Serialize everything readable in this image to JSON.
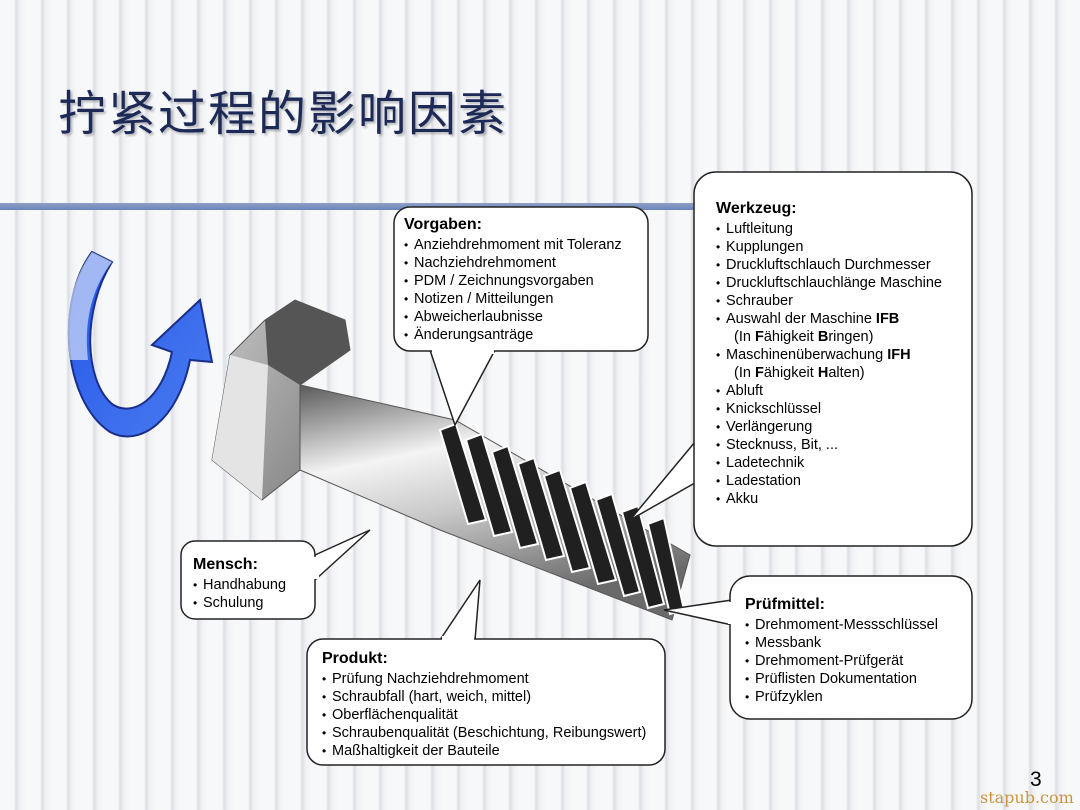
{
  "title": "拧紧过程的影响因素",
  "page_number": "3",
  "watermark": "stapub.com",
  "vorgaben": {
    "heading": "Vorgaben:",
    "items": [
      "Anziehdrehmoment mit Toleranz",
      "Nachziehdrehmoment",
      "PDM / Zeichnungsvorgaben",
      "Notizen / Mitteilungen",
      "Abweicherlaubnisse",
      "Änderungsanträge"
    ]
  },
  "werkzeug": {
    "heading": "Werkzeug:",
    "items": [
      "Luftleitung",
      "Kupplungen",
      "Druckluftschlauch Durchmesser",
      "Druckluftschlauchlänge Maschine",
      "Schrauber"
    ],
    "ifb_item": {
      "text": "Auswahl der Maschine ",
      "bold": "IFB"
    },
    "ifb_note": {
      "p1": "(In ",
      "b1": "F",
      "p2": "ähigkeit ",
      "b2": "B",
      "p3": "ringen)"
    },
    "ifh_item": {
      "text": "Maschinenüberwachung ",
      "bold": "IFH"
    },
    "ifh_note": {
      "p1": "(In ",
      "b1": "F",
      "p2": "ähigkeit ",
      "b2": "H",
      "p3": "alten)"
    },
    "items2": [
      "Abluft",
      "Knickschlüssel",
      "Verlängerung",
      "Stecknuss, Bit, ...",
      "Ladetechnik",
      "Ladestation",
      "Akku"
    ]
  },
  "mensch": {
    "heading": "Mensch:",
    "items": [
      "Handhabung",
      "Schulung"
    ]
  },
  "produkt": {
    "heading": "Produkt:",
    "items": [
      "Prüfung Nachziehdrehmoment",
      "Schraubfall (hart, weich, mittel)",
      "Oberflächenqualität",
      "Schraubenqualität (Beschichtung, Reibungswert)",
      "Maßhaltigkeit der Bauteile"
    ]
  },
  "pruefmittel": {
    "heading": "Prüfmittel:",
    "items": [
      "Drehmoment-Messschlüssel",
      "Messbank",
      "Drehmoment-Prüfgerät",
      "Prüflisten Dokumentation",
      "Prüfzyklen"
    ]
  },
  "colors": {
    "title": "#1d2a57",
    "arrow": "#2f5fe0",
    "rule": "#7a8fc0"
  }
}
